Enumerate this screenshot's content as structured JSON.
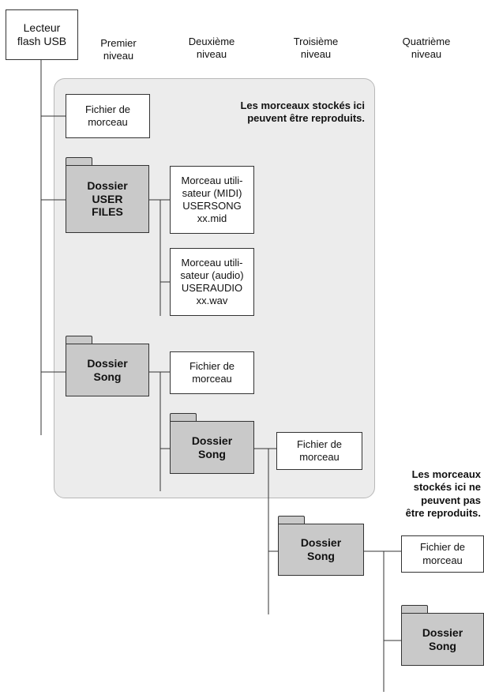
{
  "root": {
    "label": "Lecteur\nflash USB"
  },
  "column_headers": [
    "Premier\nniveau",
    "Deuxième\nniveau",
    "Troisième\nniveau",
    "Quatrième\nniveau"
  ],
  "notes": {
    "playable": "Les morceaux stockés ici\npeuvent être reproduits.",
    "not_playable": "Les morceaux\nstockés ici ne\npeuvent pas\nêtre reproduits."
  },
  "nodes": {
    "song_file_level1": "Fichier de\nmorceau",
    "user_files_folder": "Dossier\nUSER\nFILES",
    "user_song_midi": "Morceau utili-\nsateur (MIDI)\nUSERSONG\nxx.mid",
    "user_song_audio": "Morceau utili-\nsateur (audio)\nUSERAUDIO\nxx.wav",
    "song_folder_level1": "Dossier\nSong",
    "song_file_level2": "Fichier de\nmorceau",
    "song_folder_level2": "Dossier\nSong",
    "song_file_level3": "Fichier de\nmorceau",
    "song_folder_level3": "Dossier\nSong",
    "song_file_level4": "Fichier de\nmorceau",
    "song_folder_level4": "Dossier\nSong"
  }
}
